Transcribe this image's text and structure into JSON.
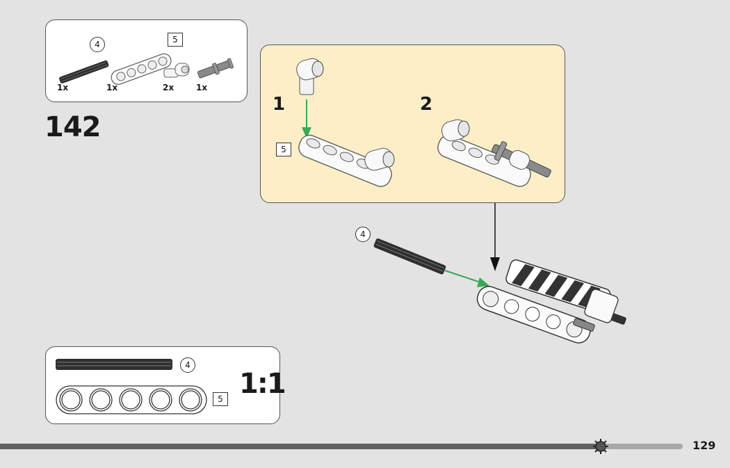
{
  "page": {
    "step_number": "142",
    "page_number": "129",
    "accent_colors": {
      "substep_panel_bg": "#fcefc7",
      "arrow_green": "#3aa857",
      "background": "#e3e3e3"
    }
  },
  "parts_list": {
    "items": [
      {
        "name": "axle",
        "size_label": "4",
        "label_shape": "circle",
        "quantity": "1x"
      },
      {
        "name": "beam",
        "size_label": "5",
        "label_shape": "square",
        "quantity": "1x"
      },
      {
        "name": "axle-pin-connector",
        "size_label": "",
        "label_shape": "",
        "quantity": "2x"
      },
      {
        "name": "friction-pin",
        "size_label": "",
        "label_shape": "",
        "quantity": "1x"
      }
    ]
  },
  "substeps": [
    {
      "number": "1",
      "beam_label": "5"
    },
    {
      "number": "2"
    }
  ],
  "main_assembly": {
    "axle_label": "4"
  },
  "scale_box": {
    "axle_label": "4",
    "beam_label": "5",
    "ratio": "1:1"
  },
  "footer": {
    "progress_icon": "gear-sun-icon",
    "progress": 0.88
  }
}
